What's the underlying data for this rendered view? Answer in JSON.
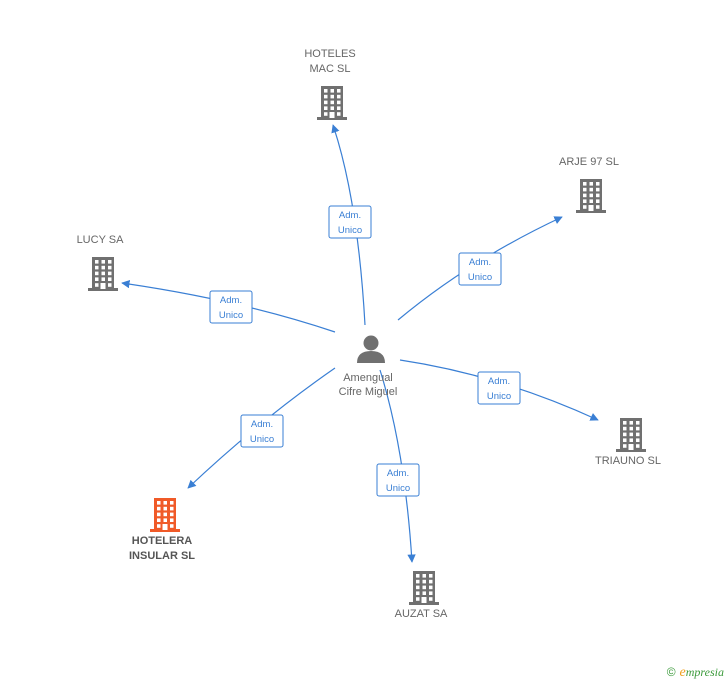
{
  "colors": {
    "edge": "#3a7fd4",
    "company": "#707070",
    "highlight": "#f05a28",
    "person": "#707070"
  },
  "center": {
    "lines": [
      "Amengual",
      "Cifre Miguel"
    ],
    "icon": "person-icon"
  },
  "companies": [
    {
      "id": "hoteles-mac",
      "lines": [
        "HOTELES",
        "MAC SL"
      ],
      "highlight": false
    },
    {
      "id": "arje-97",
      "lines": [
        "ARJE 97 SL"
      ],
      "highlight": false
    },
    {
      "id": "lucy",
      "lines": [
        "LUCY SA"
      ],
      "highlight": false
    },
    {
      "id": "triauno",
      "lines": [
        "TRIAUNO SL"
      ],
      "highlight": false
    },
    {
      "id": "hotelera-insular",
      "lines": [
        "HOTELERA",
        "INSULAR SL"
      ],
      "highlight": true
    },
    {
      "id": "auzat",
      "lines": [
        "AUZAT SA"
      ],
      "highlight": false
    }
  ],
  "edges": [
    {
      "target": "hoteles-mac",
      "label": [
        "Adm.",
        "Unico"
      ]
    },
    {
      "target": "arje-97",
      "label": [
        "Adm.",
        "Unico"
      ]
    },
    {
      "target": "lucy",
      "label": [
        "Adm.",
        "Unico"
      ]
    },
    {
      "target": "triauno",
      "label": [
        "Adm.",
        "Unico"
      ]
    },
    {
      "target": "hotelera-insular",
      "label": [
        "Adm.",
        "Unico"
      ]
    },
    {
      "target": "auzat",
      "label": [
        "Adm.",
        "Unico"
      ]
    }
  ],
  "footer": {
    "copyright": "©",
    "brand_initial": "e",
    "brand_rest": "mpresia"
  }
}
